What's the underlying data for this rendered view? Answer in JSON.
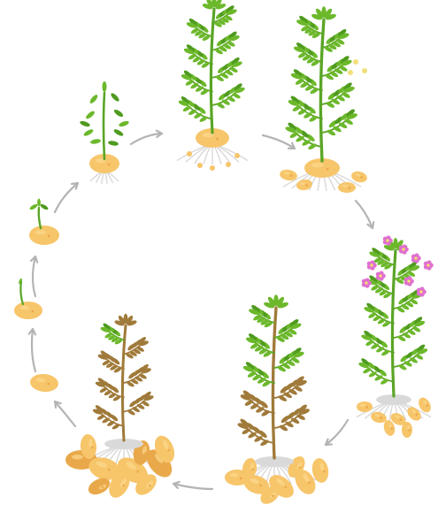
{
  "diagram": {
    "kind": "potato-life-cycle",
    "stages": [
      {
        "id": "seed-tuber",
        "icon": "seed-potato-icon"
      },
      {
        "id": "sprouting",
        "icon": "sprouting-tuber-icon"
      },
      {
        "id": "seedling",
        "icon": "seedling-icon"
      },
      {
        "id": "young-plant",
        "icon": "young-plant-icon"
      },
      {
        "id": "vegetative-growth",
        "icon": "vegetative-plant-icon"
      },
      {
        "id": "tuber-initiation",
        "icon": "tuber-initiation-icon"
      },
      {
        "id": "flowering",
        "icon": "flowering-plant-icon"
      },
      {
        "id": "tuber-bulking",
        "icon": "tuber-bulking-icon"
      },
      {
        "id": "maturation",
        "icon": "senescent-plant-icon"
      }
    ],
    "colors": {
      "leaf": "#6cb82b",
      "leaf_dark": "#4f9a1f",
      "stem": "#5aa526",
      "potato": "#f7c56a",
      "potato_shade": "#e9a94a",
      "root": "#d9d9d9",
      "flower": "#e070d0",
      "dry_leaf": "#a07a3a",
      "arrow": "#b4b4b4"
    }
  }
}
